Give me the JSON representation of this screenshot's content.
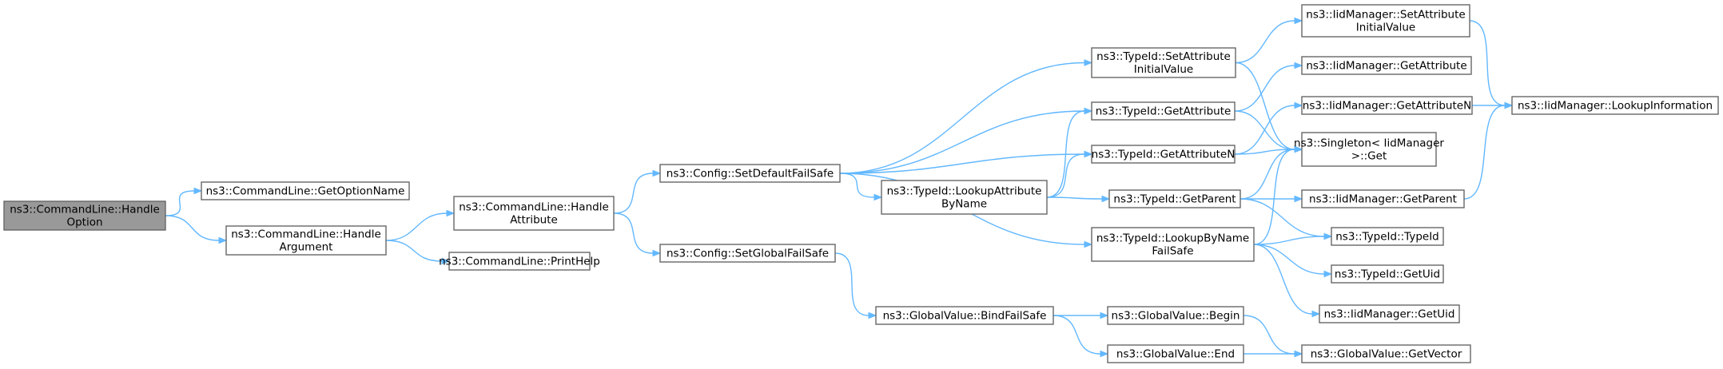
{
  "graph": {
    "nodes": [
      {
        "id": "handle_option",
        "lines": [
          "ns3::CommandLine::Handle",
          "Option"
        ],
        "highlight": true
      },
      {
        "id": "get_option_name",
        "lines": [
          "ns3::CommandLine::GetOptionName"
        ]
      },
      {
        "id": "handle_argument",
        "lines": [
          "ns3::CommandLine::Handle",
          "Argument"
        ]
      },
      {
        "id": "handle_attribute",
        "lines": [
          "ns3::CommandLine::Handle",
          "Attribute"
        ]
      },
      {
        "id": "print_help",
        "lines": [
          "ns3::CommandLine::PrintHelp"
        ]
      },
      {
        "id": "set_default_failsafe",
        "lines": [
          "ns3::Config::SetDefaultFailSafe"
        ]
      },
      {
        "id": "set_global_failsafe",
        "lines": [
          "ns3::Config::SetGlobalFailSafe"
        ]
      },
      {
        "id": "typeid_set_attr_init",
        "lines": [
          "ns3::TypeId::SetAttribute",
          "InitialValue"
        ]
      },
      {
        "id": "typeid_get_attribute",
        "lines": [
          "ns3::TypeId::GetAttribute"
        ]
      },
      {
        "id": "typeid_get_attribute_n",
        "lines": [
          "ns3::TypeId::GetAttributeN"
        ]
      },
      {
        "id": "typeid_lookup_attr",
        "lines": [
          "ns3::TypeId::LookupAttribute",
          "ByName"
        ]
      },
      {
        "id": "typeid_get_parent",
        "lines": [
          "ns3::TypeId::GetParent"
        ]
      },
      {
        "id": "typeid_lookup_byname",
        "lines": [
          "ns3::TypeId::LookupByName",
          "FailSafe"
        ]
      },
      {
        "id": "gv_bind_failsafe",
        "lines": [
          "ns3::GlobalValue::BindFailSafe"
        ]
      },
      {
        "id": "gv_begin",
        "lines": [
          "ns3::GlobalValue::Begin"
        ]
      },
      {
        "id": "gv_end",
        "lines": [
          "ns3::GlobalValue::End"
        ]
      },
      {
        "id": "iid_set_attr_init",
        "lines": [
          "ns3::IidManager::SetAttribute",
          "InitialValue"
        ]
      },
      {
        "id": "iid_get_attribute",
        "lines": [
          "ns3::IidManager::GetAttribute"
        ]
      },
      {
        "id": "iid_get_attribute_n",
        "lines": [
          "ns3::IidManager::GetAttributeN"
        ]
      },
      {
        "id": "singleton_get",
        "lines": [
          "ns3::Singleton< IidManager",
          ">::Get"
        ]
      },
      {
        "id": "iid_get_parent",
        "lines": [
          "ns3::IidManager::GetParent"
        ]
      },
      {
        "id": "typeid_typeid",
        "lines": [
          "ns3::TypeId::TypeId"
        ]
      },
      {
        "id": "typeid_get_uid",
        "lines": [
          "ns3::TypeId::GetUid"
        ]
      },
      {
        "id": "iid_get_uid",
        "lines": [
          "ns3::IidManager::GetUid"
        ]
      },
      {
        "id": "gv_get_vector",
        "lines": [
          "ns3::GlobalValue::GetVector"
        ]
      },
      {
        "id": "iid_lookup_information",
        "lines": [
          "ns3::IidManager::LookupInformation"
        ]
      }
    ],
    "edges": [
      [
        "handle_option",
        "get_option_name"
      ],
      [
        "handle_option",
        "handle_argument"
      ],
      [
        "handle_argument",
        "handle_attribute"
      ],
      [
        "handle_argument",
        "print_help"
      ],
      [
        "handle_attribute",
        "set_default_failsafe"
      ],
      [
        "handle_attribute",
        "set_global_failsafe"
      ],
      [
        "set_default_failsafe",
        "typeid_set_attr_init"
      ],
      [
        "set_default_failsafe",
        "typeid_get_attribute"
      ],
      [
        "set_default_failsafe",
        "typeid_get_attribute_n"
      ],
      [
        "set_default_failsafe",
        "typeid_lookup_attr"
      ],
      [
        "set_default_failsafe",
        "typeid_lookup_byname"
      ],
      [
        "set_global_failsafe",
        "gv_bind_failsafe"
      ],
      [
        "typeid_set_attr_init",
        "iid_set_attr_init"
      ],
      [
        "typeid_set_attr_init",
        "singleton_get"
      ],
      [
        "typeid_get_attribute",
        "iid_get_attribute"
      ],
      [
        "typeid_get_attribute",
        "singleton_get"
      ],
      [
        "typeid_get_attribute_n",
        "iid_get_attribute_n"
      ],
      [
        "typeid_get_attribute_n",
        "singleton_get"
      ],
      [
        "typeid_lookup_attr",
        "typeid_get_attribute"
      ],
      [
        "typeid_lookup_attr",
        "typeid_get_attribute_n"
      ],
      [
        "typeid_lookup_attr",
        "typeid_get_parent"
      ],
      [
        "typeid_get_parent",
        "singleton_get"
      ],
      [
        "typeid_get_parent",
        "iid_get_parent"
      ],
      [
        "typeid_get_parent",
        "typeid_typeid"
      ],
      [
        "typeid_lookup_byname",
        "singleton_get"
      ],
      [
        "typeid_lookup_byname",
        "typeid_typeid"
      ],
      [
        "typeid_lookup_byname",
        "typeid_get_uid"
      ],
      [
        "typeid_lookup_byname",
        "iid_get_uid"
      ],
      [
        "gv_bind_failsafe",
        "gv_begin"
      ],
      [
        "gv_bind_failsafe",
        "gv_end"
      ],
      [
        "gv_begin",
        "gv_get_vector"
      ],
      [
        "gv_end",
        "gv_get_vector"
      ],
      [
        "iid_set_attr_init",
        "iid_lookup_information"
      ],
      [
        "iid_get_attribute_n",
        "iid_lookup_information"
      ],
      [
        "iid_get_parent",
        "iid_lookup_information"
      ]
    ]
  },
  "colors": {
    "edge": "#63b8ff",
    "node_border": "#666666",
    "node_fill": "#ffffff",
    "root_fill": "#999999"
  }
}
